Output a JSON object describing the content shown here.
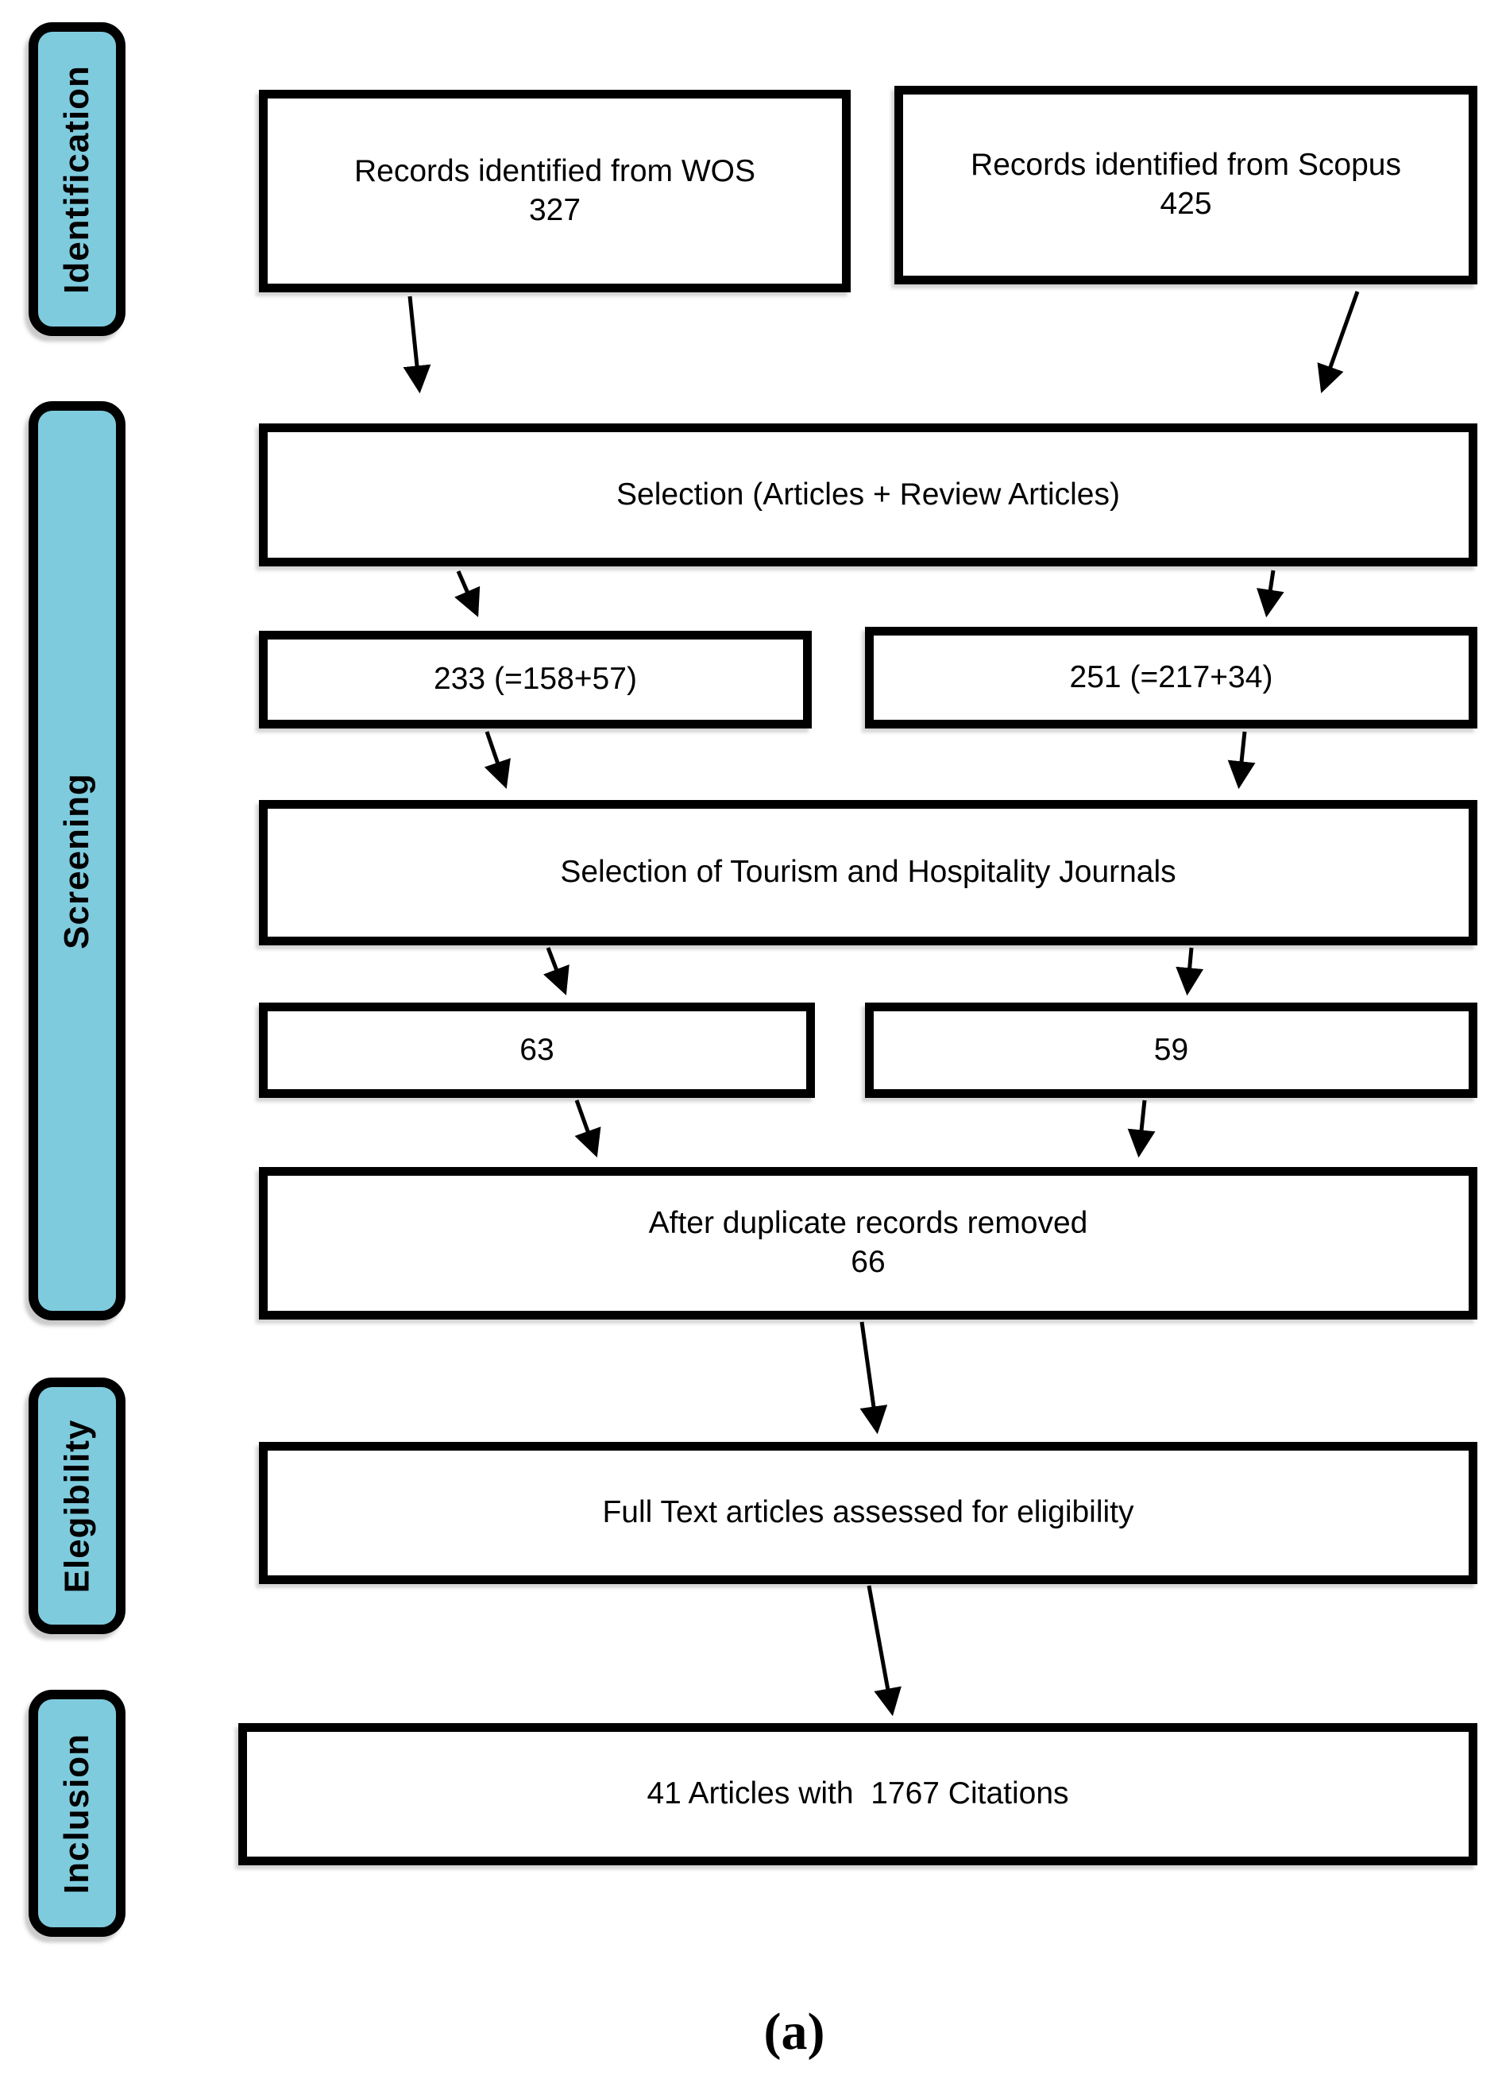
{
  "diagram": {
    "caption": "(a)",
    "stages": [
      {
        "id": "identification",
        "label": "Identification"
      },
      {
        "id": "screening",
        "label": "Screening"
      },
      {
        "id": "elegibility",
        "label": "Elegibility"
      },
      {
        "id": "inclusion",
        "label": "Inclusion"
      }
    ],
    "nodes": {
      "wos": {
        "line1": "Records identified from WOS",
        "line2": "327"
      },
      "scopus": {
        "line1": "Records identified from Scopus",
        "line2": "425"
      },
      "selection": {
        "line1": "Selection (Articles + Review Articles)"
      },
      "wos_selected": {
        "line1": "233 (=158+57)"
      },
      "scopus_selected": {
        "line1": "251 (=217+34)"
      },
      "journals": {
        "line1": "Selection of Tourism and Hospitality Journals"
      },
      "wos_journals": {
        "line1": "63"
      },
      "scopus_journals": {
        "line1": "59"
      },
      "dedup": {
        "line1": "After duplicate records removed",
        "line2": "66"
      },
      "fulltext": {
        "line1": "Full Text articles assessed for eligibility"
      },
      "included": {
        "line1": "41 Articles with  1767 Citations"
      }
    },
    "colors": {
      "stage_fill": "#7FCBDE",
      "border": "#000000",
      "box_fill": "#ffffff"
    }
  }
}
